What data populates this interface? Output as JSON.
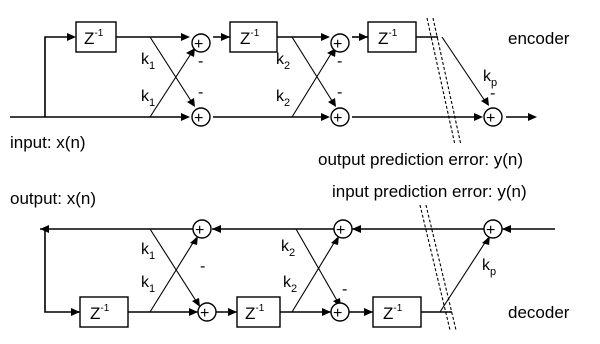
{
  "encoder": {
    "label": "encoder",
    "input_label": "input: x(n)",
    "output_label": "output prediction error: y(n)",
    "delay": {
      "base": "Z",
      "exp": "-1"
    },
    "coefficients": [
      {
        "base": "k",
        "sub": "1"
      },
      {
        "base": "k",
        "sub": "2"
      },
      {
        "base": "k",
        "sub": "p"
      }
    ],
    "minus_sign": "-",
    "plus_sign": "+"
  },
  "decoder": {
    "label": "decoder",
    "input_label": "input prediction error: y(n)",
    "output_label": "output: x(n)",
    "delay": {
      "base": "Z",
      "exp": "-1"
    },
    "coefficients": [
      {
        "base": "k",
        "sub": "1"
      },
      {
        "base": "k",
        "sub": "2"
      },
      {
        "base": "k",
        "sub": "p"
      }
    ],
    "minus_sign": "-",
    "plus_sign": "+"
  }
}
